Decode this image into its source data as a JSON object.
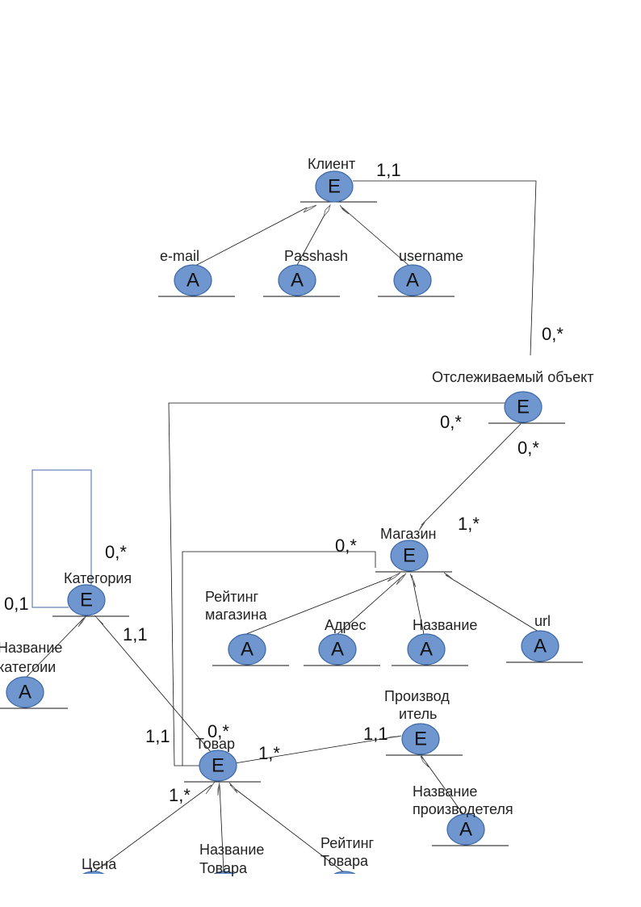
{
  "nodes": {
    "klient": {
      "type": "E",
      "label": "Клиент"
    },
    "email": {
      "type": "A",
      "label": "e-mail"
    },
    "passhash": {
      "type": "A",
      "label": "Passhash"
    },
    "username": {
      "type": "A",
      "label": "username"
    },
    "tracked": {
      "type": "E",
      "label": "Отслеживаемый объект"
    },
    "magazin": {
      "type": "E",
      "label": "Магазин"
    },
    "rating_shop": {
      "type": "A",
      "label_line1": "Рейтинг",
      "label_line2": "магазина"
    },
    "address": {
      "type": "A",
      "label": "Адрес"
    },
    "shop_name": {
      "type": "A",
      "label": "Название"
    },
    "url": {
      "type": "A",
      "label": "url"
    },
    "category": {
      "type": "E",
      "label": "Категория"
    },
    "category_name": {
      "type": "A",
      "label_line1": "Название",
      "label_line2": "категоии"
    },
    "tovar": {
      "type": "E",
      "label": "Товар"
    },
    "manufacturer": {
      "type": "E",
      "label_line1": "Производ",
      "label_line2": "итель"
    },
    "manufacturer_name": {
      "type": "A",
      "label_line1": "Название",
      "label_line2": "производетеля"
    },
    "price": {
      "type": "A",
      "label": "Цена"
    },
    "product_name": {
      "type": "A",
      "label_line1": "Название",
      "label_line2": "Товара"
    },
    "product_rating": {
      "type": "A",
      "label_line1": "Рейтинг",
      "label_line2": "Товара"
    }
  },
  "cardinalities": {
    "klient_tracked_1": "1,1",
    "klient_tracked_2": "0,*",
    "tracked_tovar": "0,*",
    "tracked_magazin": "0,*",
    "magazin_tracked": "1,*",
    "magazin_tovar": "0,*",
    "category_self_1": "0,*",
    "category_self_2": "0,1",
    "category_tovar": "1,1",
    "tovar_from_category": "1,1",
    "tovar_top": "0,*",
    "tovar_manufacturer": "1,*",
    "manufacturer_tovar": "1,1",
    "tovar_bottom": "1,*"
  },
  "colors": {
    "node_fill": "#6f96cf",
    "node_stroke": "#3f6aa6",
    "self_loop": "#3f6aa6"
  }
}
